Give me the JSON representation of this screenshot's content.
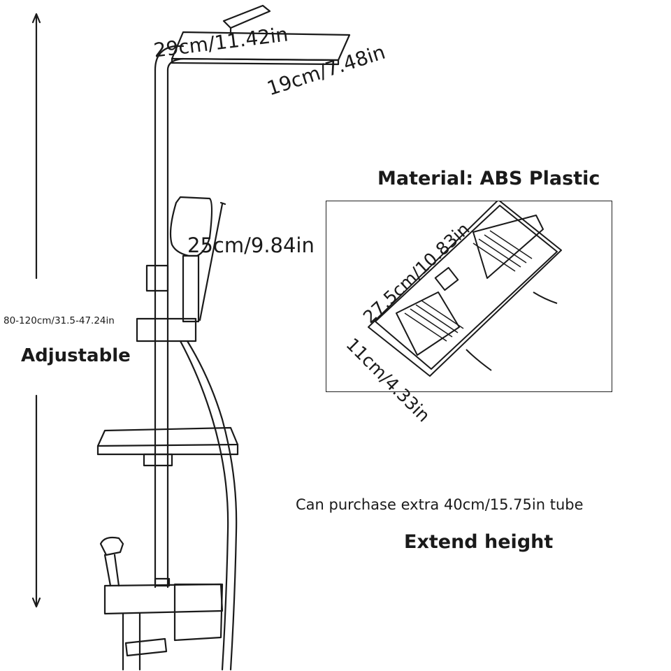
{
  "labels": {
    "head_width": "29cm/11.42in",
    "head_depth": "19cm/7.48in",
    "handheld_length": "25cm/9.84in",
    "adjust_range": "80-120cm/31.5-47.24in",
    "adjustable": "Adjustable",
    "material": "Material: ABS Plastic",
    "shelf_length": "27.5cm/10.83in",
    "shelf_width": "11cm/4.33in",
    "extra_tube": "Can purchase extra 40cm/15.75in tube",
    "extend_height": "Extend height"
  },
  "colors": {
    "ink": "#1a1a1a",
    "background": "#ffffff"
  }
}
